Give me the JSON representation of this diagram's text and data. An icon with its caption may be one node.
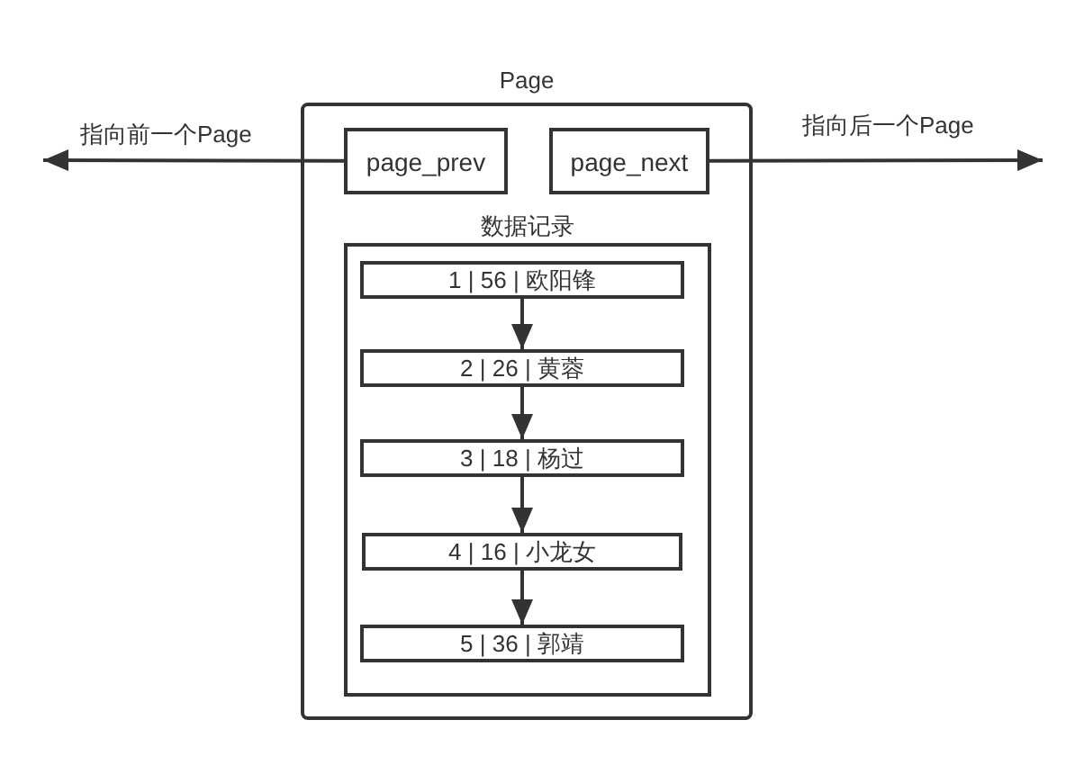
{
  "diagram": {
    "nodes": [
      {
        "text": [
          "Page"
        ]
      },
      {
        "text": [
          "page_prev"
        ],
        "in": 0
      },
      {
        "text": [
          "page_next"
        ],
        "in": 0
      },
      {
        "text": [
          "数据记录"
        ],
        "in": 0
      },
      {
        "text": [
          "1 | 56 | 欧阳锋"
        ],
        "in": 3
      },
      {
        "text": [
          "2 | 26 | 黄蓉"
        ],
        "in": 3
      },
      {
        "text": [
          "3 | 18 | 杨过"
        ],
        "in": 3
      },
      {
        "text": [
          "4 | 16 | 小龙女"
        ],
        "in": 3
      },
      {
        "text": [
          "5 | 36 | 郭靖"
        ],
        "in": 3
      }
    ],
    "edges": [
      {
        "from": 1,
        "to": null,
        "arrow": "to",
        "label": "指向前一个Page"
      },
      {
        "from": 2,
        "to": null,
        "arrow": "to",
        "label": "指向后一个Page"
      },
      {
        "from": 4,
        "to": 5,
        "arrow": "to"
      },
      {
        "from": 5,
        "to": 6,
        "arrow": "to"
      },
      {
        "from": 6,
        "to": 7,
        "arrow": "to"
      },
      {
        "from": 7,
        "to": 8,
        "arrow": "to"
      }
    ]
  }
}
